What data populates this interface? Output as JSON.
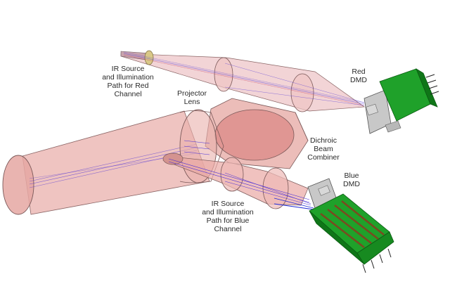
{
  "labels": {
    "ir_red": "IR Source\nand Illumination\nPath for Red\nChannel",
    "projector_lens": "Projector\nLens",
    "red_dmd": "Red\nDMD",
    "dichroic": "Dichroic\nBeam\nCombiner",
    "blue_dmd": "Blue\nDMD",
    "ir_blue": "IR Source\nand Illumination\nPath for Blue\nChannel"
  },
  "colors": {
    "beam_fill": "#e9aaa6",
    "beam_edge": "#8a6464",
    "ray": "#4b2fd6",
    "red_ray": "#c0305a",
    "dmd_board": "#1fa12a",
    "dmd_dark": "#106e18",
    "housing": "#b8b8b8",
    "text": "#2a2a2a"
  }
}
